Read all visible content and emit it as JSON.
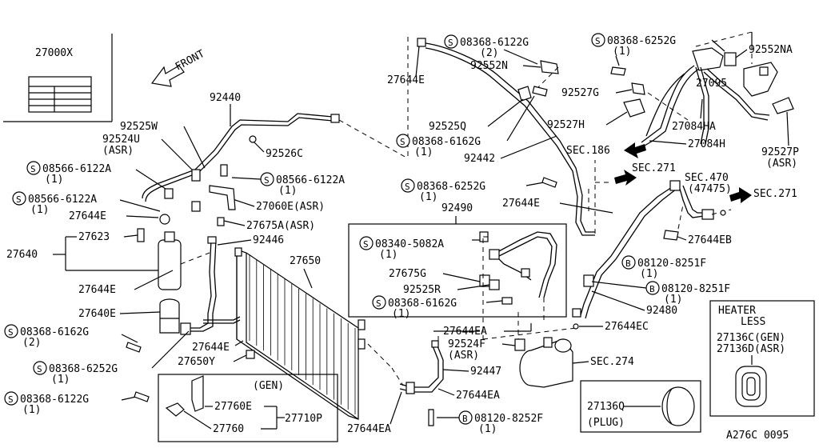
{
  "labels": {
    "p27000X": "27000X",
    "front": "FRONT",
    "p92440": "92440",
    "p92525W": "92525W",
    "p92524U": "92524U",
    "asr1": "(ASR)",
    "s1": "08566-6122A",
    "s1q": "(1)",
    "s2": "08566-6122A",
    "s2q": "(1)",
    "s3": "08566-6122A",
    "s3q": "(1)",
    "p92526C": "92526C",
    "p27060E": "27060E(ASR)",
    "p27675A": "27675A(ASR)",
    "p27644E_l": "27644E",
    "p27623": "27623",
    "p27640": "27640",
    "p92446": "92446",
    "p27650": "27650",
    "p27644E_l2": "27644E",
    "p27640E": "27640E",
    "s4": "08368-6162G",
    "s4q": "(2)",
    "p27644E_l3": "27644E",
    "s5": "08368-6252G",
    "s5q": "(1)",
    "p27650Y": "27650Y",
    "s6": "08368-6122G",
    "s6q": "(1)",
    "gen": "(GEN)",
    "p27760E": "27760E",
    "p27760": "27760",
    "p27710P": "27710P",
    "p27644E_t": "27644E",
    "s7": "08368-6122G",
    "s7q": "(2)",
    "p92552N": "92552N",
    "p92525Q": "92525Q",
    "s8": "08368-6162G",
    "s8q": "(1)",
    "p92442": "92442",
    "s9": "08368-6252G",
    "s9q": "(1)",
    "p92490": "92490",
    "s10": "08340-5082A",
    "s10q": "(1)",
    "p27675G": "27675G",
    "p92525R": "92525R",
    "s11": "08368-6162G",
    "s11q": "(1)",
    "p27644EA_m": "27644EA",
    "p92524F": "92524F",
    "asr2": "(ASR)",
    "p92447": "92447",
    "p27644EA_b": "27644EA",
    "p27644EA_bl": "27644EA",
    "b1": "08120-8252F",
    "b1q": "(1)",
    "s12": "08368-6252G",
    "s12q": "(1)",
    "p92552NA": "92552NA",
    "p92527G": "92527G",
    "p27095": "27095",
    "p92527H": "92527H",
    "p27084HA": "27084HA",
    "p27084H": "27084H",
    "sec186": "SEC.186",
    "sec271a": "SEC.271",
    "sec470": "SEC.470",
    "sec470b": "(47475)",
    "sec271b": "SEC.271",
    "p92527P": "92527P",
    "asr3": "(ASR)",
    "p27644E_r": "27644E",
    "p27644EB": "27644EB",
    "b2": "08120-8251F",
    "b2q": "(1)",
    "b3": "08120-8251F",
    "b3q": "(1)",
    "p92480": "92480",
    "p27644EC": "27644EC",
    "sec274": "SEC.274",
    "p27136Q": "27136Q",
    "plug": "(PLUG)",
    "heater": "HEATER",
    "less": "LESS",
    "p27136C": "27136C(GEN)",
    "p27136D": "27136D(ASR)",
    "code": "A276C 0095"
  },
  "symbols": {
    "s": "S",
    "b": "B"
  }
}
